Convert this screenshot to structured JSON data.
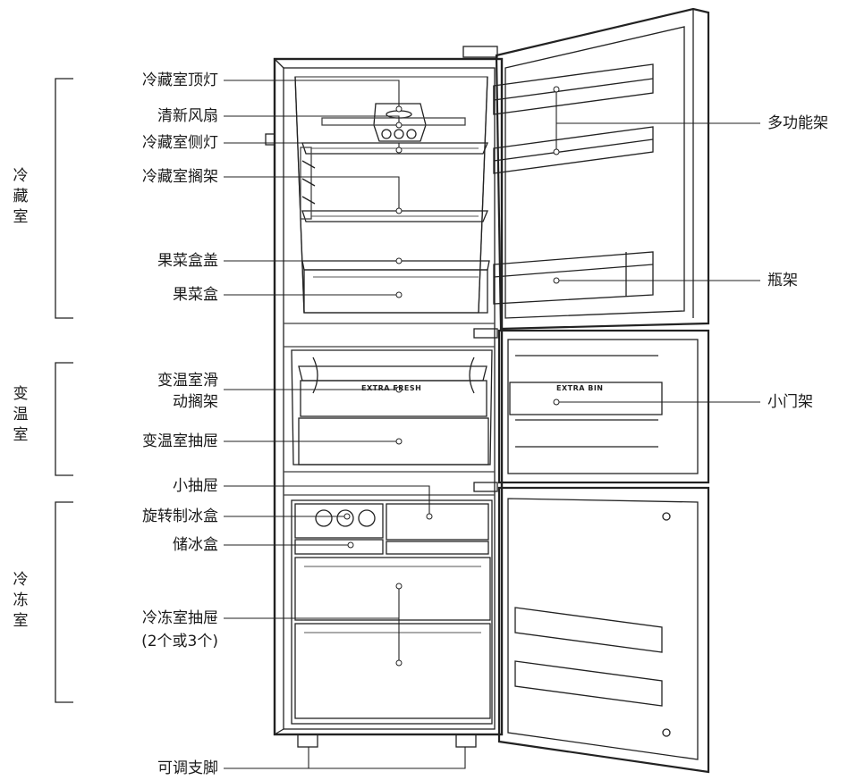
{
  "sections": {
    "fridge": "冷\n藏\n室",
    "variable": "变\n温\n室",
    "freezer": "冷\n冻\n室"
  },
  "labels_left": {
    "top_light": "冷藏室顶灯",
    "fan": "清新风扇",
    "side_light": "冷藏室侧灯",
    "shelf": "冷藏室搁架",
    "crisper_cover": "果菜盒盖",
    "crisper": "果菜盒",
    "var_shelf_1": "变温室滑",
    "var_shelf_2": "动搁架",
    "var_drawer": "变温室抽屉",
    "small_drawer": "小抽屉",
    "ice_maker": "旋转制冰盒",
    "ice_box": "储冰盒",
    "freezer_drawer_1": "冷冻室抽屉",
    "freezer_drawer_2": "(2个或3个)",
    "feet": "可调支脚"
  },
  "labels_right": {
    "multi_shelf": "多功能架",
    "bottle_rack": "瓶架",
    "small_door_rack": "小门架"
  },
  "markings": {
    "extra_fresh": "EXTRA FRESH",
    "extra_bin": "EXTRA BIN"
  }
}
